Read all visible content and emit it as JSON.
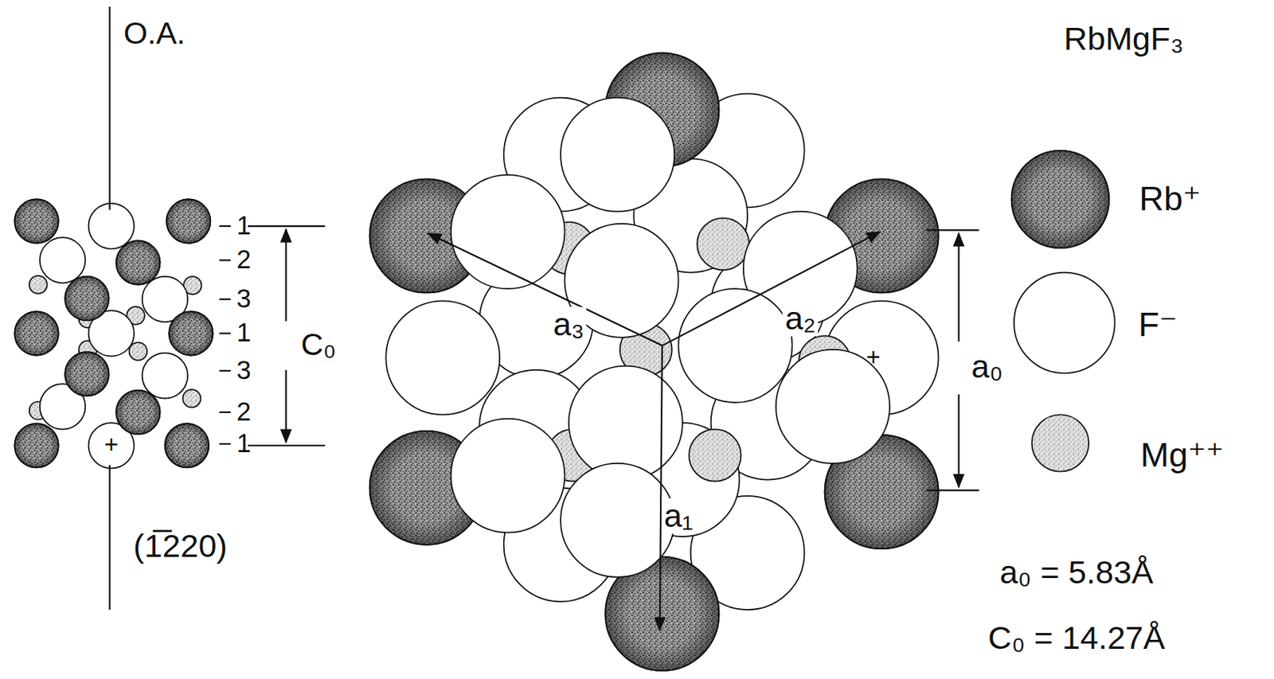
{
  "diagram": {
    "title": "RbMgF₃",
    "labels": [
      "O.A.",
      "1",
      "2",
      "3",
      "1",
      "3",
      "2",
      "1",
      "C₀",
      "(1̅220)",
      "+",
      "a₃",
      "a₂",
      "a₁",
      "a₀",
      "+",
      "a₀ = 5.83Å",
      "C₀ = 14.27Å"
    ],
    "legend": [
      {
        "text": "Rb⁺"
      },
      {
        "text": "F⁻"
      },
      {
        "text": "Mg⁺⁺"
      }
    ]
  }
}
